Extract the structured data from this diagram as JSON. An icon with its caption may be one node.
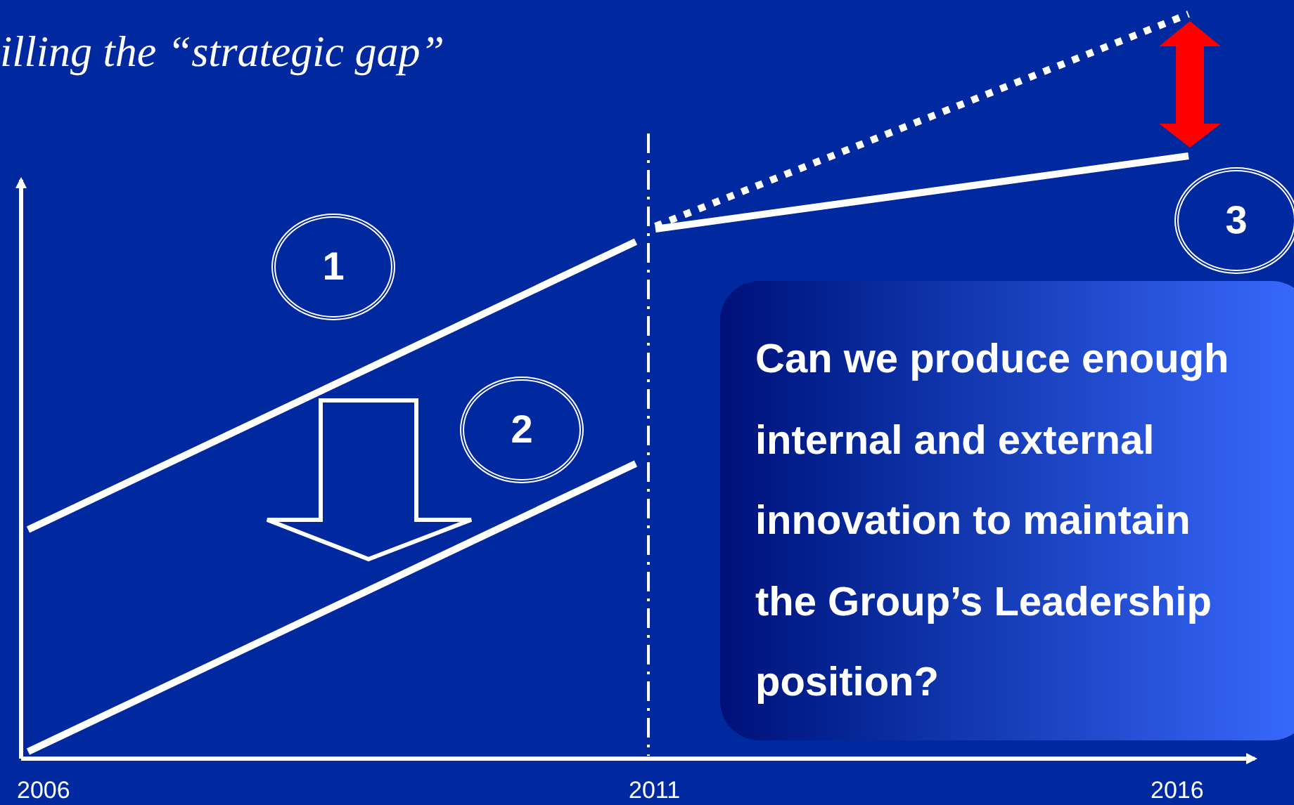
{
  "diagram": {
    "title": "illing the “strategic gap”",
    "nodes": [
      {
        "text": [
          "1"
        ]
      },
      {
        "text": [
          "2"
        ]
      },
      {
        "text": [
          "3"
        ]
      },
      {
        "text": [
          "Can we produce enough internal and external innovation to maintain the Group’s Leadership position?"
        ]
      }
    ],
    "edges": [],
    "labels": [
      "2006",
      "2011",
      "2016"
    ]
  }
}
